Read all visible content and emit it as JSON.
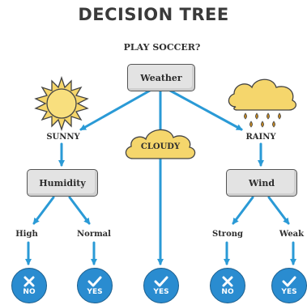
{
  "title": "DECISION TREE",
  "question": "PLAY SOCCER?",
  "nodes": {
    "root": "Weather",
    "humidity": "Humidity",
    "wind": "Wind"
  },
  "branches": {
    "sunny": "SUNNY",
    "cloudy": "CLOUDY",
    "rainy": "RAINY",
    "high": "High",
    "normal": "Normal",
    "strong": "Strong",
    "weak": "Weak"
  },
  "outcomes": {
    "high": "NO",
    "normal": "YES",
    "cloudy": "YES",
    "strong": "NO",
    "weak": "YES"
  },
  "colors": {
    "arrow": "#2a9ad6",
    "badge": "#2a8cd0",
    "sun": "#f6d66a",
    "cloud": "#f5d66c",
    "rain": "#c98a1e"
  }
}
